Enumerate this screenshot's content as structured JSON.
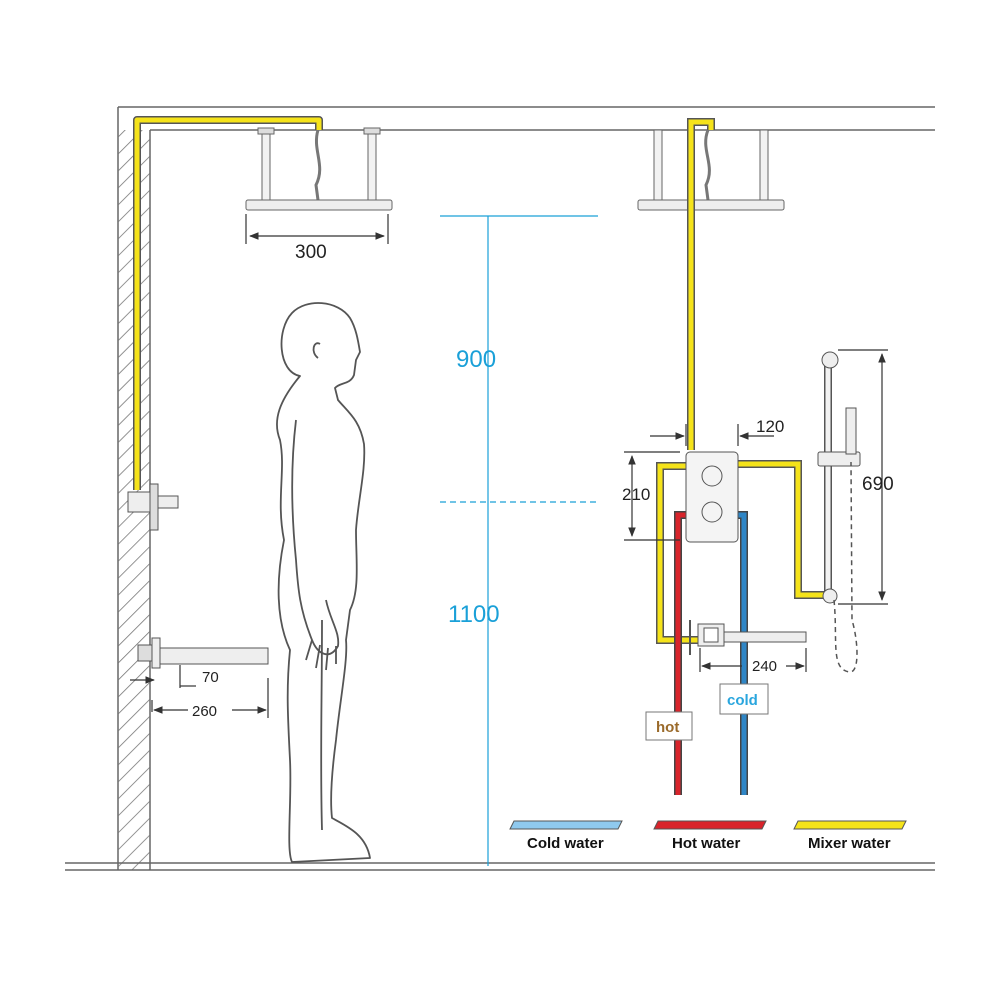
{
  "colors": {
    "mixer_pipe": "#f5e31a",
    "hot_pipe": "#d8242b",
    "cold_pipe": "#2f86c6",
    "dimension_blue": "#1aa0d8",
    "line": "#555555"
  },
  "dimensions": {
    "shower_head_width": "300",
    "height_upper": "900",
    "height_lower": "1100",
    "arm_offset": "120",
    "valve_height": "210",
    "rail_height": "690",
    "spout_length_left": "70",
    "spout_projection_left": "260",
    "spout_length_right": "240"
  },
  "labels": {
    "hot": "hot",
    "cold": "cold"
  },
  "legend": [
    {
      "label": "Cold water",
      "color": "#8fc9ee"
    },
    {
      "label": "Hot water",
      "color": "#d8242b"
    },
    {
      "label": "Mixer water",
      "color": "#f5e31a"
    }
  ]
}
